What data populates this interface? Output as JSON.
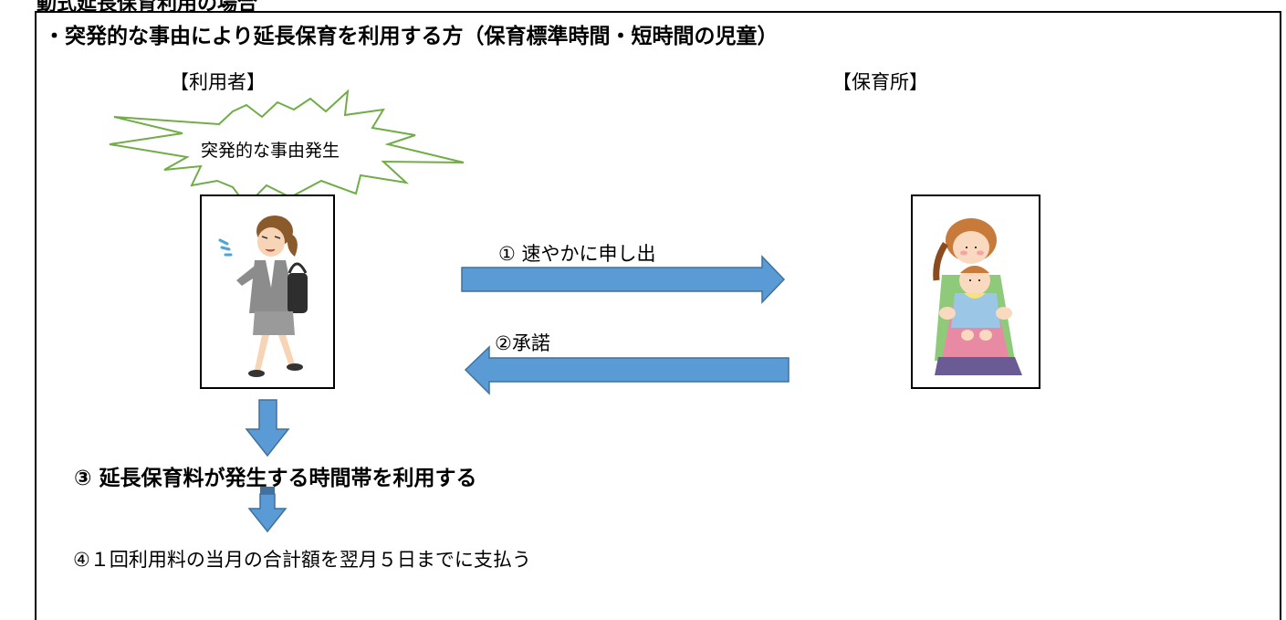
{
  "page": {
    "clipped_heading": "動式延長保育利用の場合",
    "heading": "・突発的な事由により延長保育を利用する方（保育標準時間・短時間の児童）"
  },
  "roles": {
    "user_label": "【利用者】",
    "nursery_label": "【保育所】"
  },
  "burst": {
    "text": "突発的な事由発生",
    "stroke_color": "#70ad47"
  },
  "steps": {
    "step1": "①  速やかに申し出",
    "step2": "②承諾",
    "step3": "③  延長保育料が発生する時間帯を利用する",
    "step4": "④１回利用料の当月の合計額を翌月５日までに支払う"
  },
  "colors": {
    "arrow_fill": "#5b9bd5",
    "arrow_stroke": "#41719c"
  },
  "images": {
    "user": "office-woman-running-illustration",
    "nursery": "caregiver-with-children-illustration"
  }
}
